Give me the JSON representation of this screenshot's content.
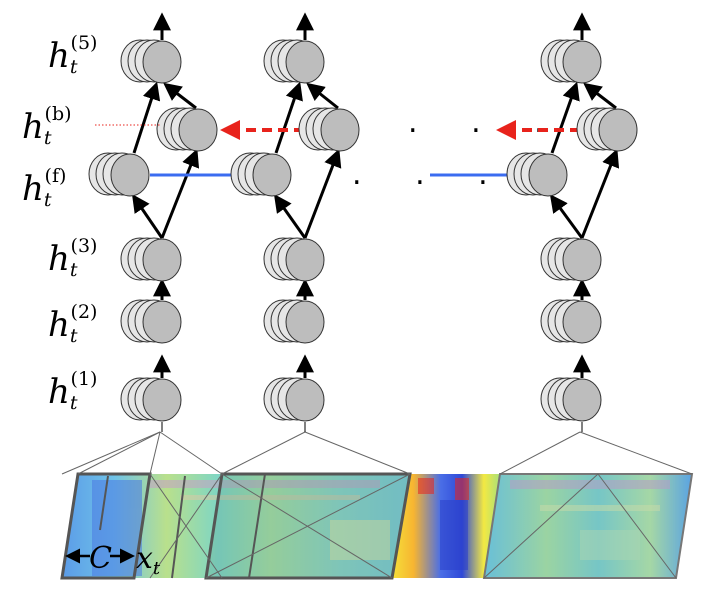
{
  "layer_labels": [
    {
      "base": "h",
      "sub": "t",
      "sup": "(5)"
    },
    {
      "base": "h",
      "sub": "t",
      "sup": "(b)"
    },
    {
      "base": "h",
      "sub": "t",
      "sup": "(f)"
    },
    {
      "base": "h",
      "sub": "t",
      "sup": "(3)"
    },
    {
      "base": "h",
      "sub": "t",
      "sup": "(2)"
    },
    {
      "base": "h",
      "sub": "t",
      "sup": "(1)"
    }
  ],
  "ellipsis_top": ". . .",
  "ellipsis_mid": ". . .",
  "context_symbol": "C",
  "input_symbol": "x",
  "input_sub": "t",
  "colors": {
    "node_fill": "#bdbdbd",
    "node_back_fill": "#e6e6e6",
    "node_stroke": "#333333",
    "forward_arrow": "#3b6cf0",
    "backward_arrow": "#e8231c",
    "spectrogram_base": "#6fd0c2",
    "spectrogram_frame": "#555555"
  }
}
